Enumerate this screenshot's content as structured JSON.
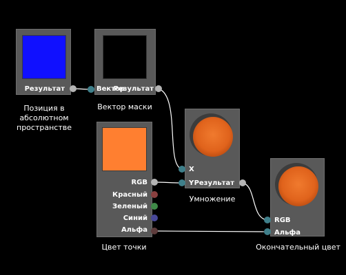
{
  "colors": {
    "background": "#000000",
    "node_fill": "#595959",
    "port_gray": "#b4b4b4",
    "port_teal": "#3f7f8a",
    "port_red": "#8a4040",
    "port_green": "#3f8a48",
    "port_blue": "#484898",
    "port_alpha": "#5e3c3c",
    "wire": "#ffffff",
    "swatch_blue": "#1010ff",
    "swatch_black": "#000000",
    "swatch_orange": "#ff7f30"
  },
  "nodes": {
    "world_position": {
      "output_label": "Результат",
      "caption_lines": [
        "Позиция в",
        "абсолютном",
        "пространстве"
      ]
    },
    "mask_vector": {
      "input_label": "Вектор",
      "output_label": "Результат",
      "caption": "Вектор маски"
    },
    "pixel_color": {
      "outputs": [
        "RGB",
        "Красный",
        "Зеленый",
        "Синий",
        "Альфа"
      ],
      "caption": "Цвет точки"
    },
    "multiply": {
      "inputs": [
        "X",
        "Y"
      ],
      "output_label": "Результат",
      "caption": "Умножение"
    },
    "final_color": {
      "inputs": [
        "RGB",
        "Альфа"
      ],
      "caption": "Окончательный цвет"
    }
  }
}
